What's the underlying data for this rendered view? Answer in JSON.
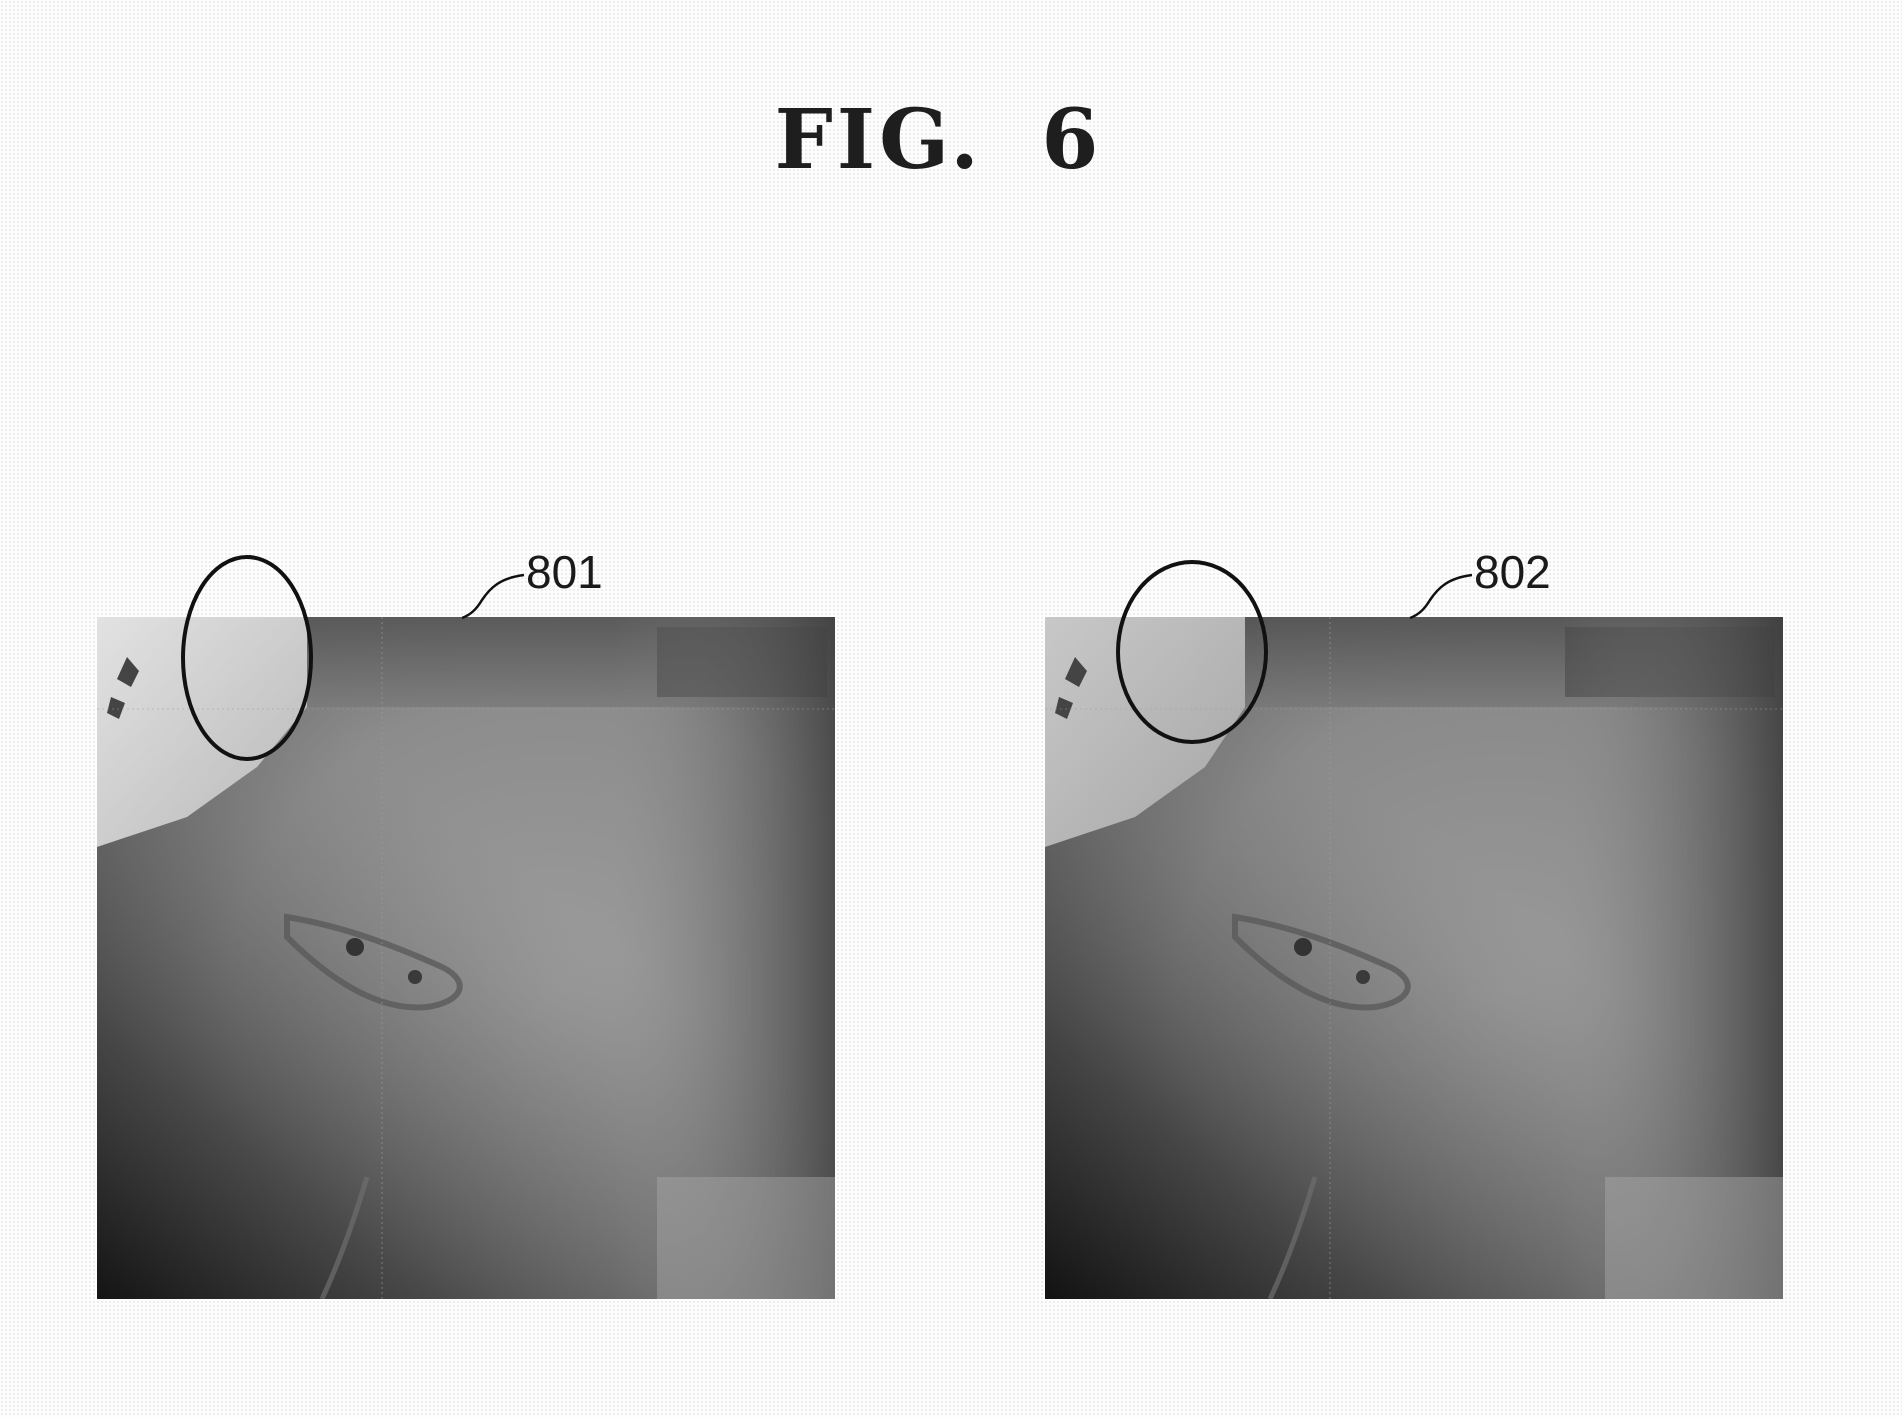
{
  "figure": {
    "title": "FIG. 6"
  },
  "panels": [
    {
      "reference": "801"
    },
    {
      "reference": "802"
    }
  ],
  "icons": {
    "highlight_marker": "ellipse-highlight-icon",
    "leader_line": "leader-line-icon"
  },
  "colors": {
    "background": "#fdfdfd",
    "ink": "#1a1a1a",
    "photo_mid_gray": "#8a8a8a",
    "photo_dark": "#1c1c1c",
    "photo_highlight": "#d2d2d2"
  }
}
